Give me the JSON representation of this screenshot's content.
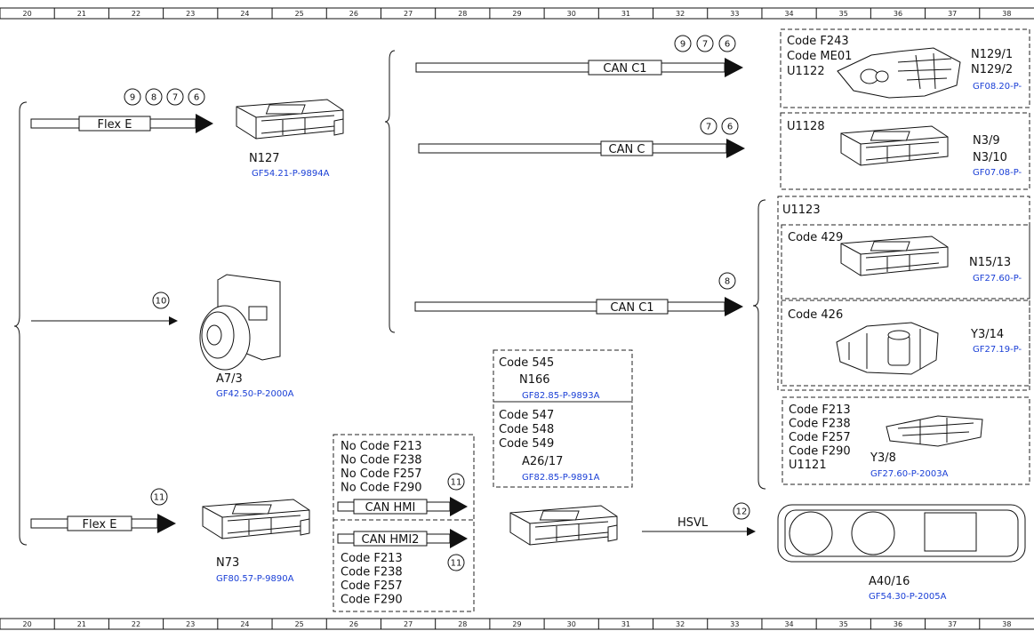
{
  "ruler": {
    "top": [
      "20",
      "21",
      "22",
      "23",
      "24",
      "25",
      "26",
      "27",
      "28",
      "29",
      "30",
      "31",
      "32",
      "33",
      "34",
      "35",
      "36",
      "37",
      "38"
    ],
    "bottom": [
      "20",
      "21",
      "22",
      "23",
      "24",
      "25",
      "26",
      "27",
      "28",
      "29",
      "30",
      "31",
      "32",
      "33",
      "34",
      "35",
      "36",
      "37",
      "38"
    ]
  },
  "buses": {
    "flex_e_top": "Flex E",
    "flex_e_bottom": "Flex E",
    "can_c1_top": "CAN C1",
    "can_c": "CAN C",
    "can_c1_mid": "CAN C1",
    "can_hmi": "CAN HMI",
    "can_hmi2": "CAN HMI2",
    "hsvl": "HSVL"
  },
  "circles": {
    "flex_top": [
      "9",
      "8",
      "7",
      "6"
    ],
    "can_c1_top": [
      "9",
      "7",
      "6"
    ],
    "can_c": [
      "7",
      "6"
    ],
    "a7_line": [
      "10"
    ],
    "can_c1_mid": [
      "8"
    ],
    "flex_bottom": [
      "11"
    ],
    "can_hmi": [
      "11"
    ],
    "can_hmi2": [
      "11"
    ],
    "hsvl": [
      "12"
    ]
  },
  "components": {
    "n127": {
      "name": "N127",
      "ref": "GF54.21-P-9894A"
    },
    "a7_3": {
      "name": "A7/3",
      "ref": "GF42.50-P-2000A"
    },
    "n73": {
      "name": "N73",
      "ref": "GF80.57-P-9890A"
    },
    "n166": {
      "code": "Code 545",
      "name": "N166",
      "ref": "GF82.85-P-9893A"
    },
    "a26_17": {
      "codes": [
        "Code 547",
        "Code 548",
        "Code 549"
      ],
      "name": "A26/17",
      "ref": "GF82.85-P-9891A"
    },
    "n129": {
      "codes": [
        "Code F243",
        "Code ME01",
        "U1122"
      ],
      "names": [
        "N129/1",
        "N129/2"
      ],
      "ref": "GF08.20-P-"
    },
    "n3": {
      "codes": [
        "U1128"
      ],
      "names": [
        "N3/9",
        "N3/10"
      ],
      "ref": "GF07.08-P-"
    },
    "u1123": {
      "code": "U1123"
    },
    "n15_13": {
      "code": "Code 429",
      "name": "N15/13",
      "ref": "GF27.60-P-"
    },
    "y3_14": {
      "code": "Code 426",
      "name": "Y3/14",
      "ref": "GF27.19-P-"
    },
    "y3_8": {
      "codes": [
        "Code F213",
        "Code F238",
        "Code F257",
        "Code F290",
        "U1121"
      ],
      "name": "Y3/8",
      "ref": "GF27.60-P-2003A"
    },
    "a40_16": {
      "name": "A40/16",
      "ref": "GF54.30-P-2005A"
    },
    "hmi_box": {
      "no_codes": [
        "No Code F213",
        "No Code F238",
        "No Code F257",
        "No Code F290"
      ],
      "codes": [
        "Code F213",
        "Code F238",
        "Code F257",
        "Code F290"
      ]
    }
  }
}
